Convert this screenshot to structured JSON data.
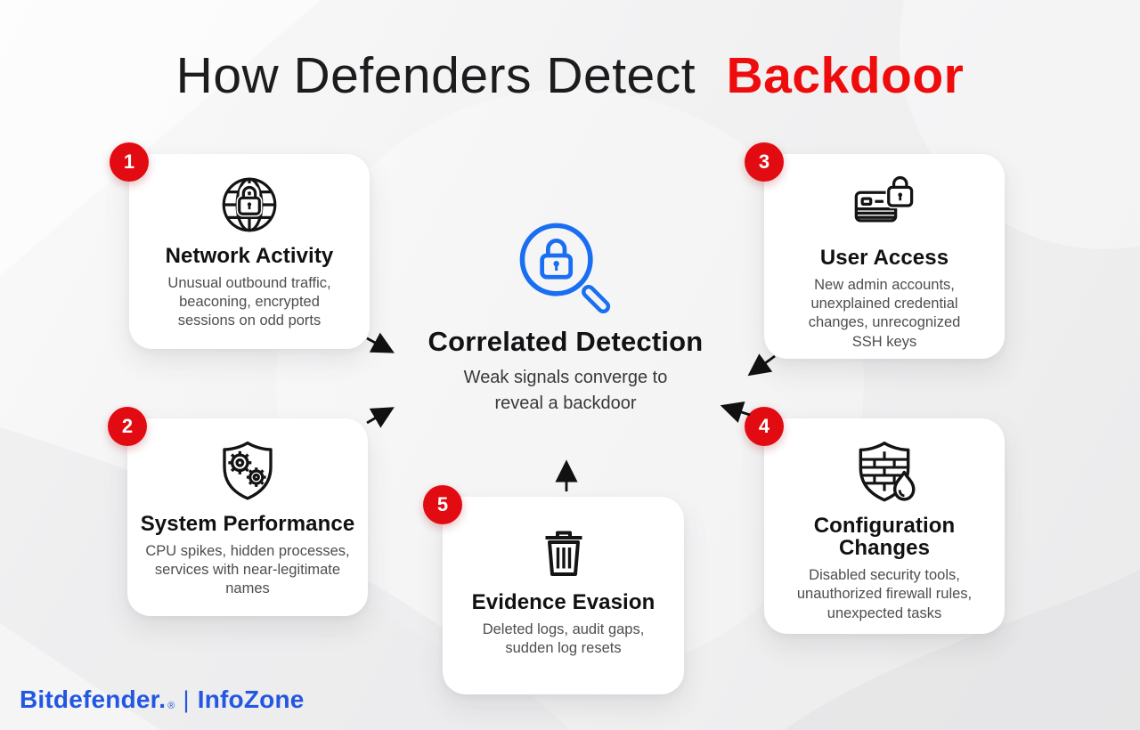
{
  "title": {
    "prefix": "How Defenders Detect",
    "highlight": "Backdoor"
  },
  "center": {
    "icon": "magnifier-lock",
    "title": "Correlated Detection",
    "subtitle": "Weak signals converge to reveal a backdoor"
  },
  "cards": [
    {
      "number": "1",
      "icon": "globe-lock",
      "title": "Network Activity",
      "description": "Unusual outbound traffic, beaconing, encrypted sessions on odd ports"
    },
    {
      "number": "2",
      "icon": "shield-gears",
      "title": "System Performance",
      "description": "CPU spikes, hidden processes, services with near-legitimate names"
    },
    {
      "number": "3",
      "icon": "id-card-lock",
      "title": "User Access",
      "description": "New admin accounts, unexplained credential changes, unrecognized SSH keys"
    },
    {
      "number": "4",
      "icon": "shield-firewall-flame",
      "title": "Configuration Changes",
      "description": "Disabled security tools, unauthorized firewall rules, unexpected tasks"
    },
    {
      "number": "5",
      "icon": "trash-bin",
      "title": "Evidence Evasion",
      "description": "Deleted logs, audit gaps, sudden log resets"
    }
  ],
  "footer": {
    "brand": "Bitdefender.",
    "registered": "®",
    "separator": "|",
    "product": "InfoZone"
  },
  "colors": {
    "badge_red": "#e30b12",
    "highlight_red": "#ee0c0c",
    "magnifier_blue": "#1a6ef2",
    "logo_blue": "#2357e2",
    "card_background": "#ffffff",
    "page_background": "#f0f0f1",
    "title_text": "#1c1c1e",
    "body_text": "#4e4e52"
  }
}
